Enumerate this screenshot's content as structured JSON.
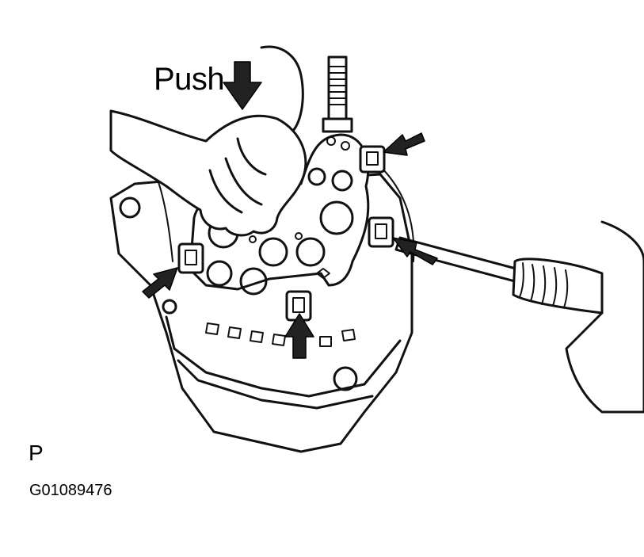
{
  "labels": {
    "push": "Push",
    "view": "P",
    "figure_id": "G01089476"
  },
  "icons": {
    "push_arrow": "down-arrow-icon",
    "claw_arrows": "arrow-icon"
  },
  "colors": {
    "line": "#111111",
    "background": "#ffffff"
  }
}
